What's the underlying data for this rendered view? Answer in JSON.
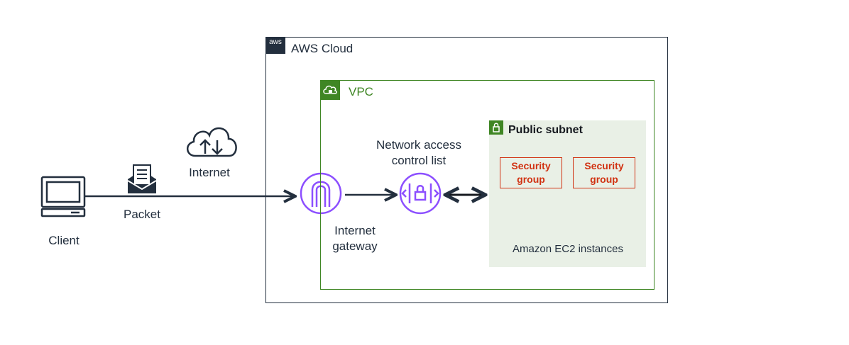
{
  "cloud": {
    "title": "AWS Cloud",
    "logo_text": "aws"
  },
  "vpc": {
    "title": "VPC"
  },
  "subnet": {
    "title": "Public subnet"
  },
  "nodes": {
    "client": "Client",
    "packet": "Packet",
    "internet": "Internet",
    "internet_gateway": "Internet\ngateway",
    "nacl": "Network access\ncontrol list",
    "ec2": "Amazon EC2 instances"
  },
  "security_groups": [
    "Security\ngroup",
    "Security\ngroup"
  ],
  "colors": {
    "ink": "#232f3e",
    "vpc_green": "#3f8624",
    "subnet_fill": "#e9f0e6",
    "security_red": "#d13212",
    "ec2_orange": "#ed7100",
    "purple": "#8c4fff"
  }
}
